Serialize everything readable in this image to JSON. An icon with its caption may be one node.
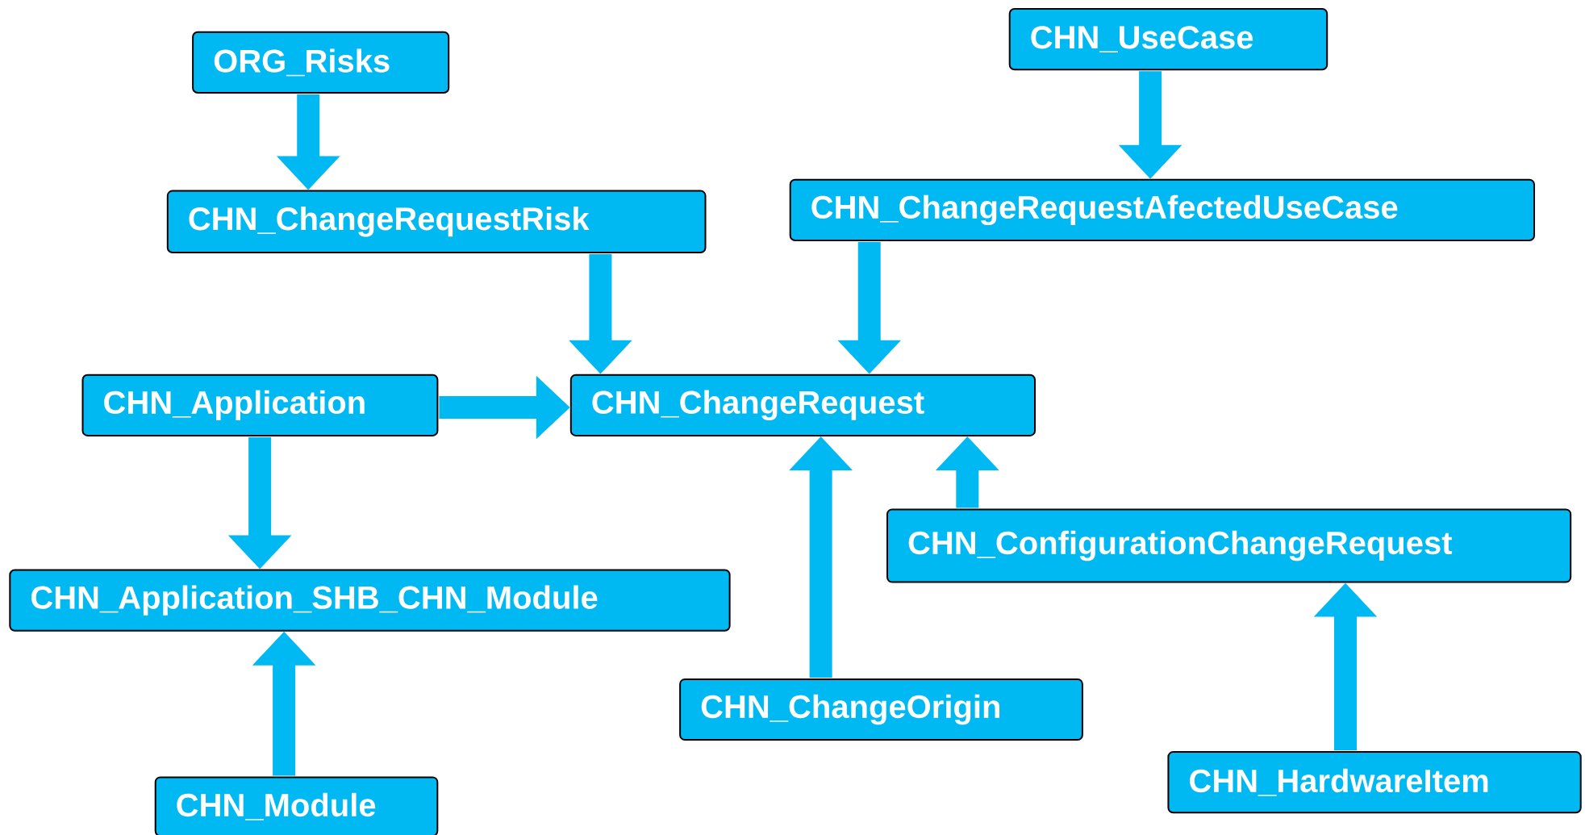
{
  "diagram": {
    "nodes": [
      {
        "text": [
          "ORG_Risks"
        ]
      },
      {
        "text": [
          "CHN_UseCase"
        ]
      },
      {
        "text": [
          "CHN_ChangeRequestRisk"
        ]
      },
      {
        "text": [
          "CHN_ChangeRequestAfectedUseCase"
        ]
      },
      {
        "text": [
          "CHN_Application"
        ]
      },
      {
        "text": [
          "CHN_ChangeRequest"
        ]
      },
      {
        "text": [
          "CHN_ConfigurationChangeRequest"
        ]
      },
      {
        "text": [
          "CHN_Application_SHB_CHN_Module"
        ]
      },
      {
        "text": [
          "CHN_ChangeOrigin"
        ]
      },
      {
        "text": [
          "CHN_Module"
        ]
      },
      {
        "text": [
          "CHN_HardwareItem"
        ]
      }
    ],
    "edges": [
      {
        "from": 0,
        "to": 2,
        "arrow": "to"
      },
      {
        "from": 1,
        "to": 3,
        "arrow": "to"
      },
      {
        "from": 2,
        "to": 5,
        "arrow": "to"
      },
      {
        "from": 3,
        "to": 5,
        "arrow": "to"
      },
      {
        "from": 4,
        "to": 5,
        "arrow": "to"
      },
      {
        "from": 4,
        "to": 7,
        "arrow": "to"
      },
      {
        "from": 9,
        "to": 7,
        "arrow": "to"
      },
      {
        "from": 8,
        "to": 5,
        "arrow": "to"
      },
      {
        "from": 6,
        "to": 5,
        "arrow": "to"
      },
      {
        "from": 10,
        "to": 6,
        "arrow": "to"
      }
    ]
  }
}
